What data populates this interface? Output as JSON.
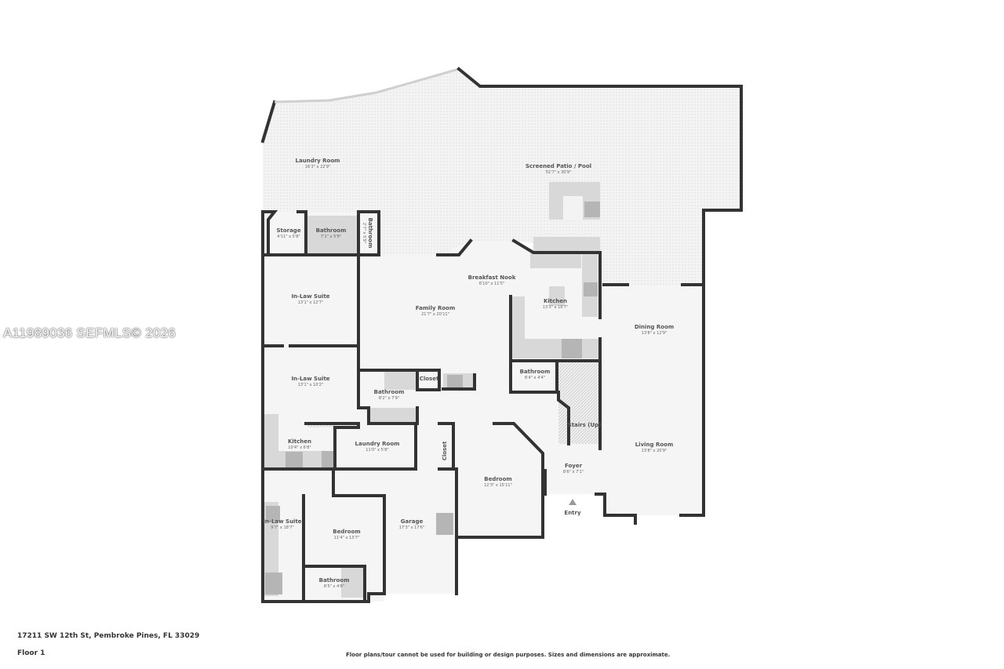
{
  "rooms": [
    {
      "name": "Laundry Room",
      "dims": "16'3\" x 22'9\""
    },
    {
      "name": "Screened Patio / Pool",
      "dims": "51'7\" x 30'9\""
    },
    {
      "name": "Storage",
      "dims": "4'11\" x 5'8\""
    },
    {
      "name": "Bathroom",
      "dims": "7'1\" x 5'8\""
    },
    {
      "name": "Bathroom",
      "dims": "2'7\" x 5'9\""
    },
    {
      "name": "In-Law Suite",
      "dims": "13'1\" x 12'7\""
    },
    {
      "name": "Family Room",
      "dims": "21'7\" x 20'11\""
    },
    {
      "name": "Breakfast Nook",
      "dims": "6'10\" x 11'5\""
    },
    {
      "name": "Kitchen",
      "dims": "13'3\" x 16'7\""
    },
    {
      "name": "Dining Room",
      "dims": "13'8\" x 12'9\""
    },
    {
      "name": "In-Law Suite",
      "dims": "13'1\" x 10'2\""
    },
    {
      "name": "Bathroom",
      "dims": "8'2\" x 7'9\""
    },
    {
      "name": "Closet",
      "dims": ""
    },
    {
      "name": "Bathroom",
      "dims": "6'4\" x 4'4\""
    },
    {
      "name": "Stairs (Up)",
      "dims": ""
    },
    {
      "name": "Kitchen",
      "dims": "10'4\" x 6'8\""
    },
    {
      "name": "Laundry Room",
      "dims": "11'0\" x 5'8\""
    },
    {
      "name": "Closet",
      "dims": ""
    },
    {
      "name": "Bedroom",
      "dims": "12'3\" x 15'11\""
    },
    {
      "name": "Foyer",
      "dims": "8'6\" x 7'1\""
    },
    {
      "name": "Living Room",
      "dims": "13'8\" x 20'9\""
    },
    {
      "name": "In-Law Suite",
      "dims": "9'7\" x 18'7\""
    },
    {
      "name": "Bedroom",
      "dims": "11'4\" x 13'7\""
    },
    {
      "name": "Garage",
      "dims": "17'3\" x 17'6\""
    },
    {
      "name": "Bathroom",
      "dims": "8'5\" x 4'6\""
    }
  ],
  "entry_label": "Entry",
  "footer": {
    "address": "17211 SW 12th St, Pembroke Pines, FL 33029",
    "floor": "Floor 1",
    "disclaimer": "Floor plans/tour cannot be used for building or design purposes. Sizes and dimensions are approximate."
  },
  "watermark": "A11989036  SEFMLS© 2026",
  "colors": {
    "wall": "#333333",
    "floor": "#f5f5f5",
    "patio": "#eeeeee",
    "fixture": "#d8d8d8"
  }
}
